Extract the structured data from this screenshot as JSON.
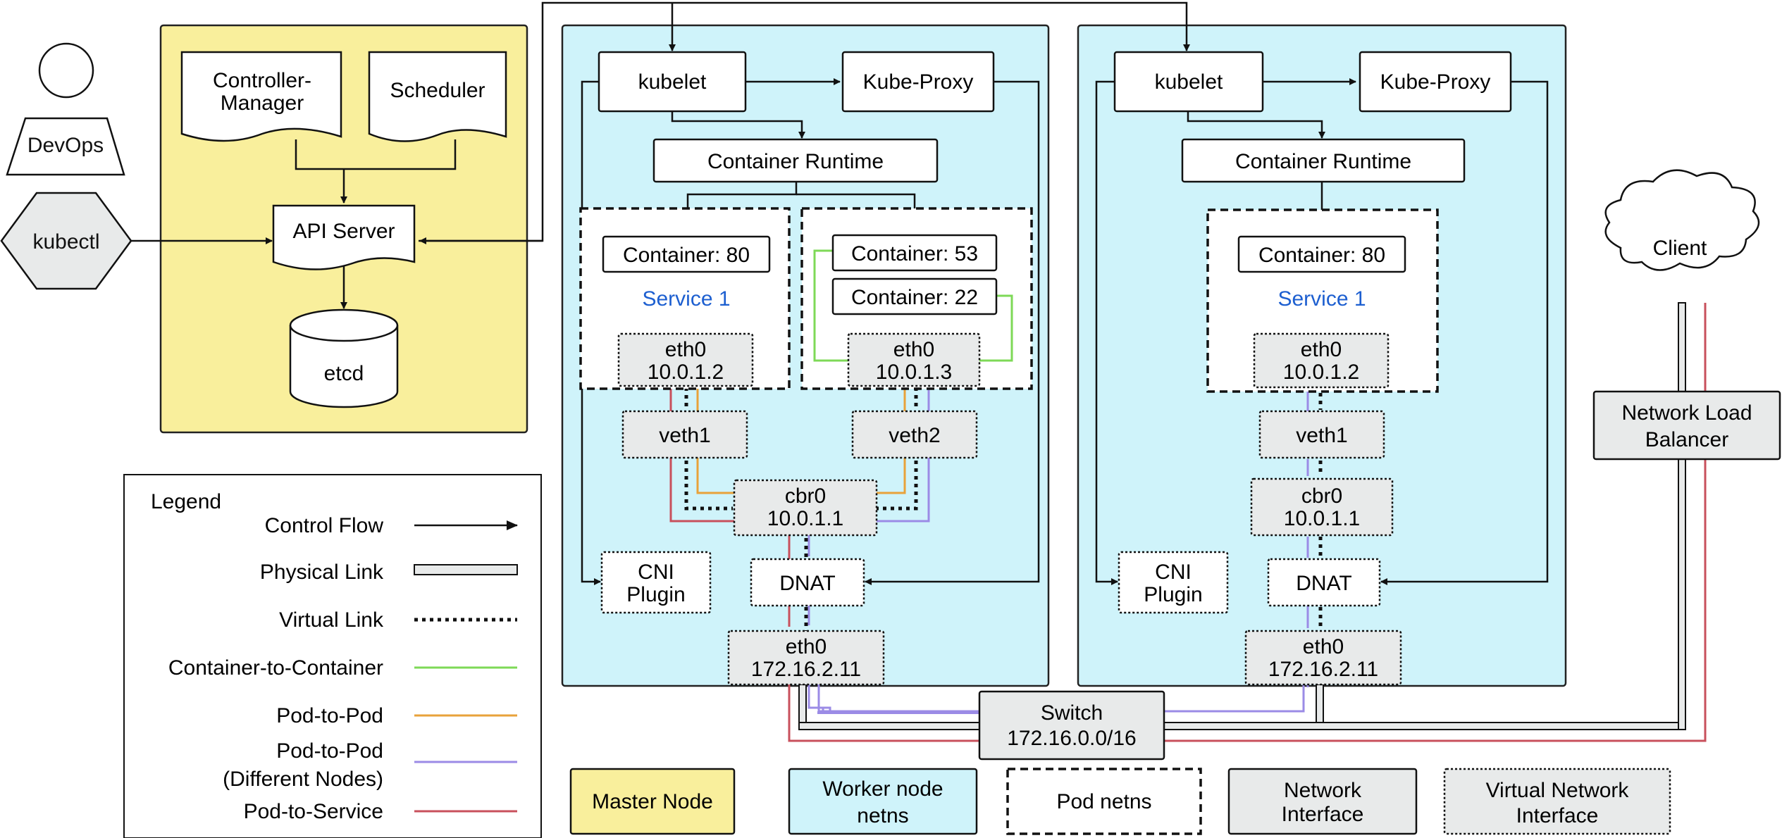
{
  "devops": {
    "label": "DevOps"
  },
  "kubectl": {
    "label": "kubectl"
  },
  "master": {
    "controller_manager": [
      "Controller-",
      "Manager"
    ],
    "scheduler": "Scheduler",
    "api_server": "API Server",
    "etcd": "etcd"
  },
  "worker1": {
    "kubelet": "kubelet",
    "kube_proxy": "Kube-Proxy",
    "container_runtime": "Container Runtime",
    "pod1": {
      "container": "Container: 80",
      "service": "Service 1",
      "eth0": [
        "eth0",
        "10.0.1.2"
      ]
    },
    "pod2": {
      "container_a": "Container: 53",
      "container_b": "Container: 22",
      "eth0": [
        "eth0",
        "10.0.1.3"
      ]
    },
    "veth1": "veth1",
    "veth2": "veth2",
    "cbr0": [
      "cbr0",
      "10.0.1.1"
    ],
    "cni": [
      "CNI",
      "Plugin"
    ],
    "dnat": "DNAT",
    "eth0": [
      "eth0",
      "172.16.2.11"
    ]
  },
  "worker2": {
    "kubelet": "kubelet",
    "kube_proxy": "Kube-Proxy",
    "container_runtime": "Container Runtime",
    "pod1": {
      "container": "Container: 80",
      "service": "Service 1",
      "eth0": [
        "eth0",
        "10.0.1.2"
      ]
    },
    "veth1": "veth1",
    "cbr0": [
      "cbr0",
      "10.0.1.1"
    ],
    "cni": [
      "CNI",
      "Plugin"
    ],
    "dnat": "DNAT",
    "eth0": [
      "eth0",
      "172.16.2.11"
    ]
  },
  "client": {
    "label": "Client"
  },
  "nlb": [
    "Network Load",
    "Balancer"
  ],
  "switch": [
    "Switch",
    "172.16.0.0/16"
  ],
  "legend": {
    "title": "Legend",
    "items": {
      "control_flow": [
        "Control Flow"
      ],
      "physical_link": [
        "Physical Link"
      ],
      "virtual_link": [
        "Virtual Link"
      ],
      "container_to_container": [
        "Container-to-Container"
      ],
      "pod_to_pod": [
        "Pod-to-Pod"
      ],
      "pod_to_pod_diff": [
        "Pod-to-Pod",
        "(Different Nodes)"
      ],
      "pod_to_service": [
        "Pod-to-Service"
      ]
    }
  },
  "key": {
    "master_node": [
      "Master Node"
    ],
    "worker_netns": [
      "Worker node",
      "netns"
    ],
    "pod_netns": [
      "Pod netns"
    ],
    "network_interface": [
      "Network",
      "Interface"
    ],
    "virtual_network_interface": [
      "Virtual Network",
      "Interface"
    ]
  },
  "colors": {
    "master_fill": "#f9ef9c",
    "worker_fill": "#cff3fa",
    "iface_fill": "#e8eaea",
    "service_text": "#1d5fd0",
    "container_to_container": "#7ed957",
    "pod_to_pod": "#e8a23a",
    "pod_to_pod_diff": "#9b8be6",
    "pod_to_service": "#c8505c"
  }
}
